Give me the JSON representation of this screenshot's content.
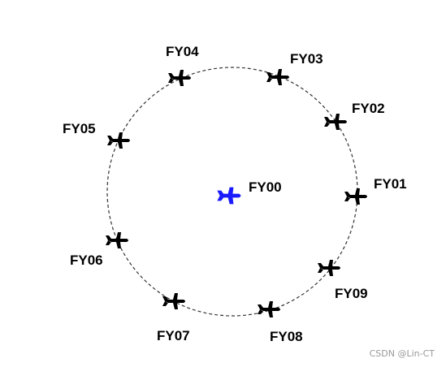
{
  "diagram": {
    "center": {
      "label": "FY00",
      "color": "#1a1aff"
    },
    "followers": [
      {
        "id": "fy01",
        "label": "FY01"
      },
      {
        "id": "fy02",
        "label": "FY02"
      },
      {
        "id": "fy03",
        "label": "FY03"
      },
      {
        "id": "fy04",
        "label": "FY04"
      },
      {
        "id": "fy05",
        "label": "FY05"
      },
      {
        "id": "fy06",
        "label": "FY06"
      },
      {
        "id": "fy07",
        "label": "FY07"
      },
      {
        "id": "fy08",
        "label": "FY08"
      },
      {
        "id": "fy09",
        "label": "FY09"
      }
    ],
    "follower_color": "#000000",
    "ring_style": "dashed"
  },
  "watermark": "CSDN @Lin-CT"
}
